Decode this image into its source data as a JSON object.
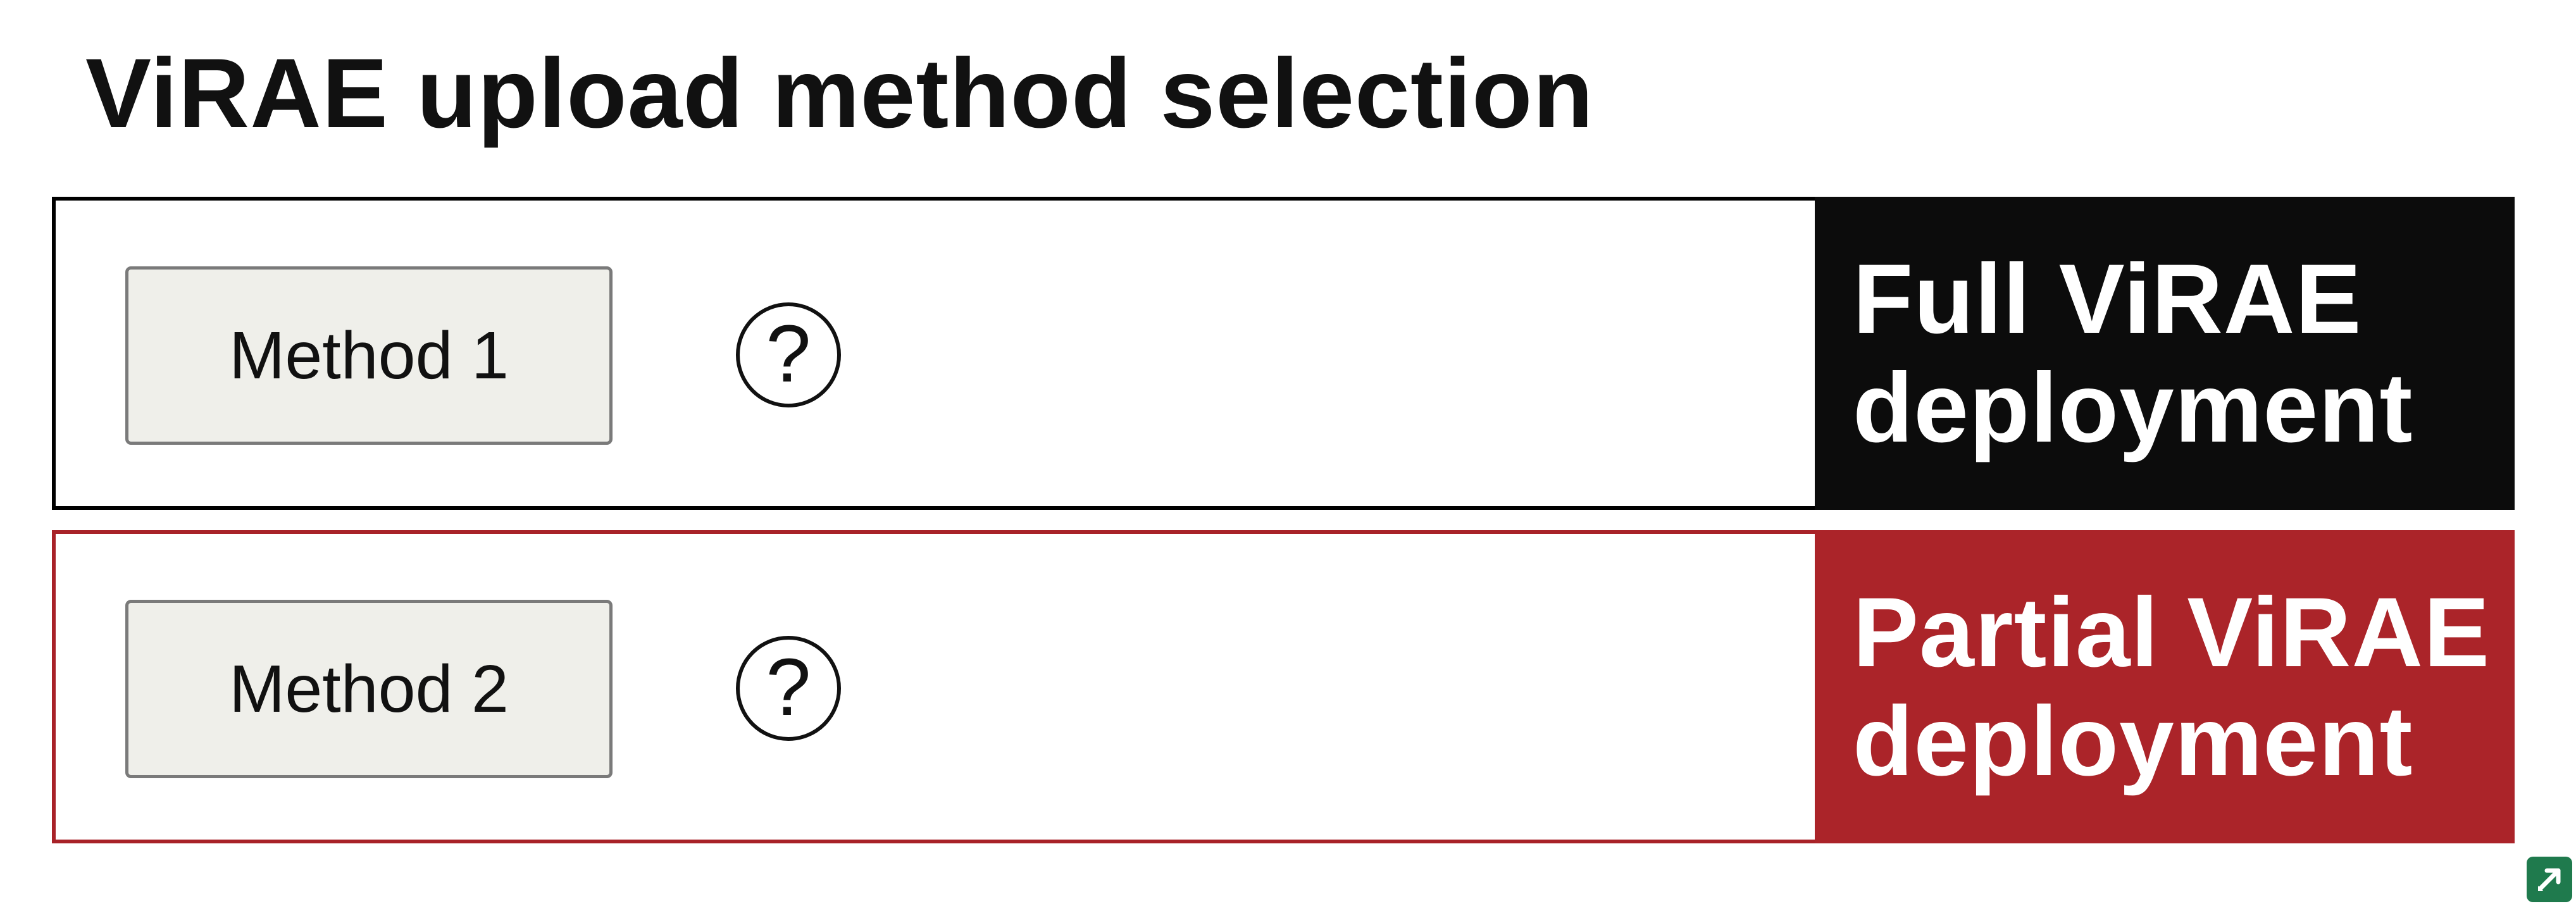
{
  "page": {
    "title": "ViRAE upload method selection"
  },
  "methods": [
    {
      "button_label": "Method 1",
      "help_icon": "question-circle-icon",
      "deployment_label": "Full ViRAE deployment",
      "panel_color": "#0c0c0c",
      "border_color": "#000000"
    },
    {
      "button_label": "Method 2",
      "help_icon": "question-circle-icon",
      "deployment_label": "Partial ViRAE deployment",
      "panel_color": "#ab2429",
      "border_color": "#a82228"
    }
  ],
  "corner": {
    "icon": "expand-icon",
    "color": "#1f7a4d"
  }
}
